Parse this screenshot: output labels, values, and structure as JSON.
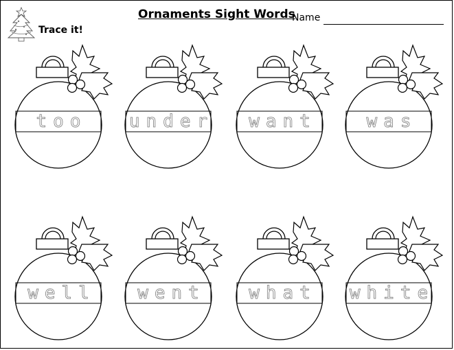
{
  "header": {
    "title": "Ornaments Sight Words",
    "name_label": "Name",
    "instruction": "Trace it!"
  },
  "ornaments": [
    {
      "word": "too"
    },
    {
      "word": "under"
    },
    {
      "word": "want"
    },
    {
      "word": "was"
    },
    {
      "word": "well"
    },
    {
      "word": "went"
    },
    {
      "word": "what"
    },
    {
      "word": "white"
    }
  ]
}
